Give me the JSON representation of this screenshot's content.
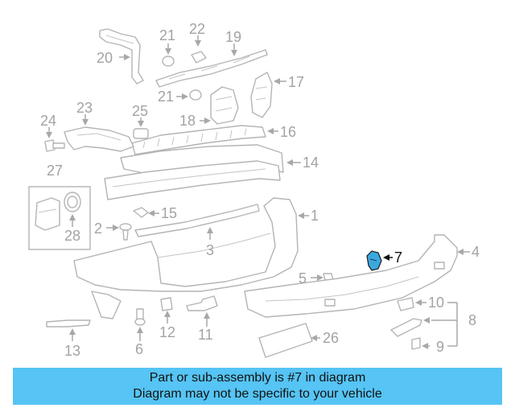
{
  "colors": {
    "highlight": "#3aa8de",
    "banner": "#56c4f4",
    "part_line": "#b4b4b4",
    "callout": "#a3a3a3"
  },
  "callouts": {
    "c1": "1",
    "c2": "2",
    "c3": "3",
    "c4": "4",
    "c5": "5",
    "c6": "6",
    "c7": "7",
    "c8": "8",
    "c9": "9",
    "c10": "10",
    "c11": "11",
    "c12": "12",
    "c13": "13",
    "c14": "14",
    "c15": "15",
    "c16": "16",
    "c17": "17",
    "c18": "18",
    "c19": "19",
    "c20": "20",
    "c21a": "21",
    "c21b": "21",
    "c22": "22",
    "c23": "23",
    "c24": "24",
    "c25": "25",
    "c26": "26",
    "c27": "27",
    "c28": "28"
  },
  "highlighted_part": "7",
  "banner": {
    "line1": "Part or sub-assembly is #7 in diagram",
    "line2": "Diagram may not be specific to your vehicle"
  }
}
